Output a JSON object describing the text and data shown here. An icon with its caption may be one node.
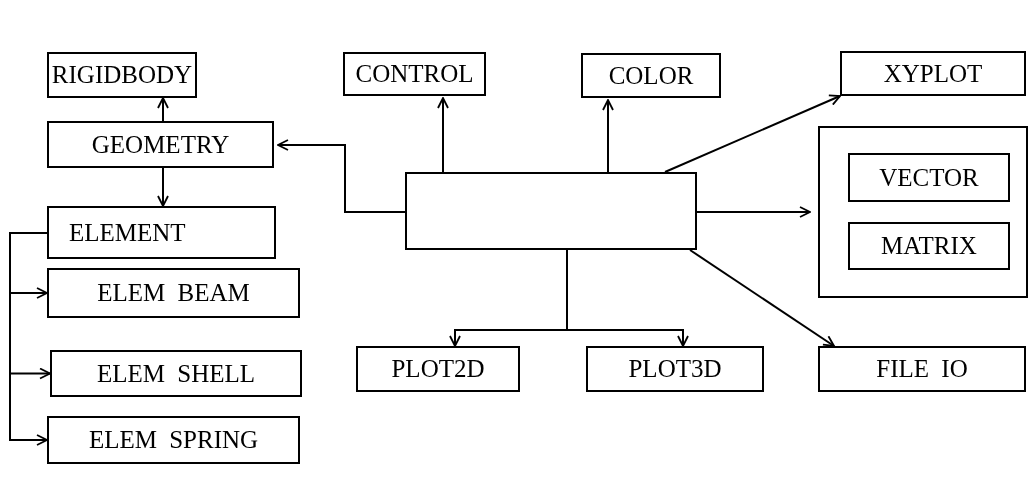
{
  "diagram": {
    "nodes": [
      {
        "text": [
          "RIGIDBODY"
        ]
      },
      {
        "text": [
          "CONTROL"
        ]
      },
      {
        "text": [
          "COLOR"
        ]
      },
      {
        "text": [
          "XYPLOT"
        ]
      },
      {
        "text": [
          "GEOMETRY"
        ]
      },
      {
        "text": [],
        "shape": "box"
      },
      {
        "text": [],
        "shape": "box"
      },
      {
        "text": [
          "VECTOR"
        ],
        "in": 6
      },
      {
        "text": [
          "MATRIX"
        ],
        "in": 6
      },
      {
        "text": [
          "ELEMENT"
        ]
      },
      {
        "text": [
          "ELEM BEAM"
        ]
      },
      {
        "text": [
          "ELEM SHELL"
        ]
      },
      {
        "text": [
          "ELEM SPRING"
        ]
      },
      {
        "text": [
          "PLOT2D"
        ]
      },
      {
        "text": [
          "PLOT3D"
        ]
      },
      {
        "text": [
          "FILE IO"
        ]
      }
    ],
    "edges": [
      {
        "from": 4,
        "to": 0,
        "arrow": "to"
      },
      {
        "from": 4,
        "to": 9,
        "arrow": "to"
      },
      {
        "from": 5,
        "to": 4,
        "arrow": "to"
      },
      {
        "from": 5,
        "to": 1,
        "arrow": "to"
      },
      {
        "from": 5,
        "to": 2,
        "arrow": "to"
      },
      {
        "from": 5,
        "to": 3,
        "arrow": "to"
      },
      {
        "from": 5,
        "to": 6,
        "arrow": "to"
      },
      {
        "from": 5,
        "to": 13,
        "arrow": "to"
      },
      {
        "from": 5,
        "to": 14,
        "arrow": "to"
      },
      {
        "from": 5,
        "to": 15,
        "arrow": "to"
      },
      {
        "from": 9,
        "to": 10,
        "arrow": "to"
      },
      {
        "from": 9,
        "to": 11,
        "arrow": "to"
      },
      {
        "from": 9,
        "to": 12,
        "arrow": "to"
      }
    ]
  }
}
